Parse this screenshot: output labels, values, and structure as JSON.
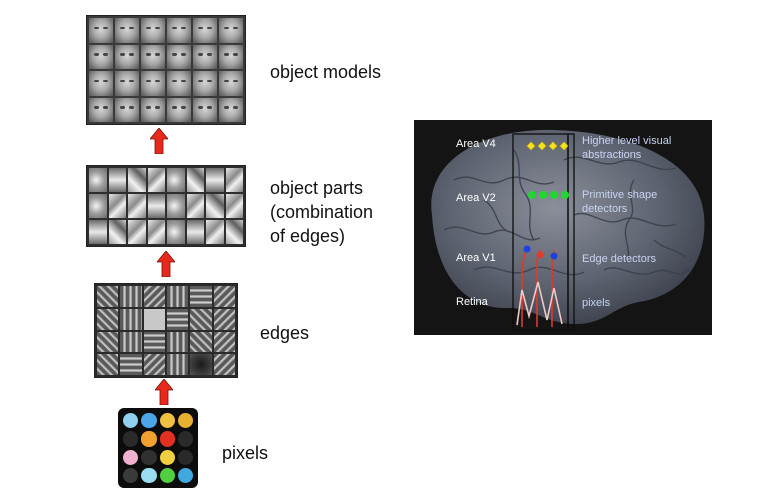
{
  "hierarchy": [
    {
      "key": "object_models",
      "label": "object models"
    },
    {
      "key": "object_parts",
      "label": "object parts\n(combination\nof edges)"
    },
    {
      "key": "edges",
      "label": "edges"
    },
    {
      "key": "pixels",
      "label": "pixels"
    }
  ],
  "pixel_colors": [
    "#8fd0f0",
    "#4aa6e8",
    "#f0c040",
    "#e8b030",
    "#2a2a2a",
    "#f0a030",
    "#e03020",
    "#2a2a2a",
    "#f0b0d0",
    "#303030",
    "#f0d040",
    "#2a2a2a",
    "#3a3a3a",
    "#9adcf0",
    "#50d040",
    "#40a8e0"
  ],
  "colors": {
    "arrow": "#e8281c",
    "brain_panel": "#141414",
    "note_text": "#c8d4f2"
  },
  "brain": {
    "rows": [
      {
        "area": "Area V4",
        "note": "Higher level visual\nabstractions",
        "dot_color": "#f5e021"
      },
      {
        "area": "Area V2",
        "note": "Primitive shape\ndetectors",
        "dot_color": "#21d631"
      },
      {
        "area": "Area V1",
        "note": "Edge detectors",
        "dot_color": "#2040e0"
      },
      {
        "area": "Retina",
        "note": "pixels",
        "dot_color": ""
      }
    ]
  }
}
